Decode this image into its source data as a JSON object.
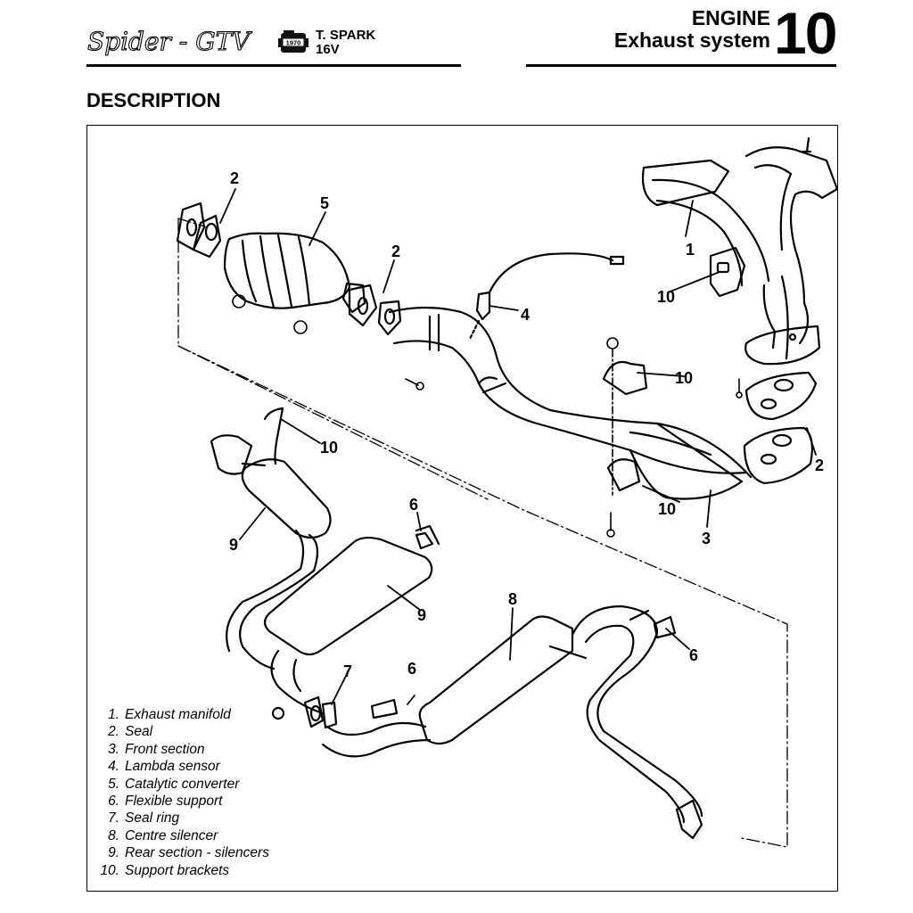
{
  "header": {
    "brand_script": "Spider - GTV",
    "engine_badge_year": "1970",
    "model_line1": "T. SPARK",
    "model_line2": "16V",
    "section_title": "ENGINE",
    "section_subtitle": "Exhaust system",
    "section_number": "10"
  },
  "page": {
    "heading": "DESCRIPTION"
  },
  "diagram": {
    "callouts": {
      "c1": "1",
      "c2a": "2",
      "c2b": "2",
      "c2c": "2",
      "c3": "3",
      "c4": "4",
      "c5": "5",
      "c6a": "6",
      "c6b": "6",
      "c6c": "6",
      "c7": "7",
      "c8": "8",
      "c9a": "9",
      "c9b": "9",
      "c10a": "10",
      "c10b": "10",
      "c10c": "10",
      "c10d": "10"
    }
  },
  "legend": [
    {
      "num": "1.",
      "label": "Exhaust manifold"
    },
    {
      "num": "2.",
      "label": "Seal"
    },
    {
      "num": "3.",
      "label": "Front section"
    },
    {
      "num": "4.",
      "label": "Lambda sensor"
    },
    {
      "num": "5.",
      "label": "Catalytic converter"
    },
    {
      "num": "6.",
      "label": "Flexible support"
    },
    {
      "num": "7.",
      "label": "Seal ring"
    },
    {
      "num": "8.",
      "label": "Centre silencer"
    },
    {
      "num": "9.",
      "label": "Rear section - silencers"
    },
    {
      "num": "10.",
      "label": "Support brackets"
    }
  ]
}
